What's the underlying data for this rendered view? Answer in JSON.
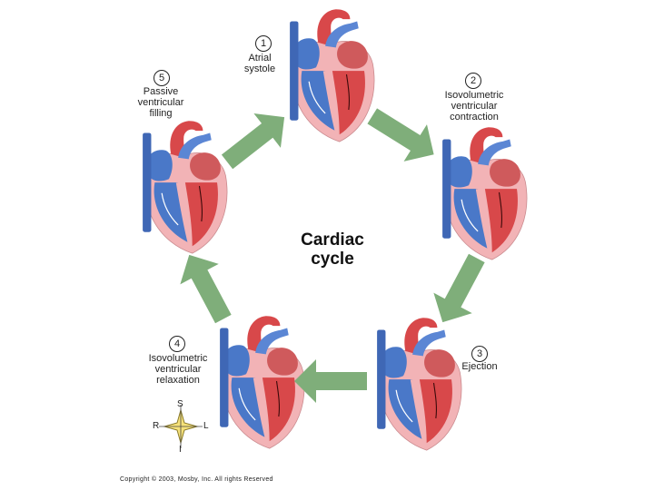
{
  "title": "Cardiac cycle",
  "title_line1": "Cardiac",
  "title_line2": "cycle",
  "steps": [
    {
      "num": "1",
      "lines": [
        "Atrial",
        "systole"
      ]
    },
    {
      "num": "2",
      "lines": [
        "Isovolumetric",
        "ventricular",
        "contraction"
      ]
    },
    {
      "num": "3",
      "lines": [
        "Ejection"
      ]
    },
    {
      "num": "4",
      "lines": [
        "Isovolumetric",
        "ventricular",
        "relaxation"
      ]
    },
    {
      "num": "5",
      "lines": [
        "Passive",
        "ventricular",
        "filling"
      ]
    }
  ],
  "compass": {
    "superior": "S",
    "inferior": "I",
    "right": "R",
    "left": "L"
  },
  "copyright": "Copyright © 2003, Mosby, Inc. All rights Reserved",
  "colors": {
    "arrow": "#7fae7a",
    "blood_oxygenated": "#d8484a",
    "blood_deoxygenated": "#4a78c8",
    "myocardium": "#f2b3b6"
  }
}
